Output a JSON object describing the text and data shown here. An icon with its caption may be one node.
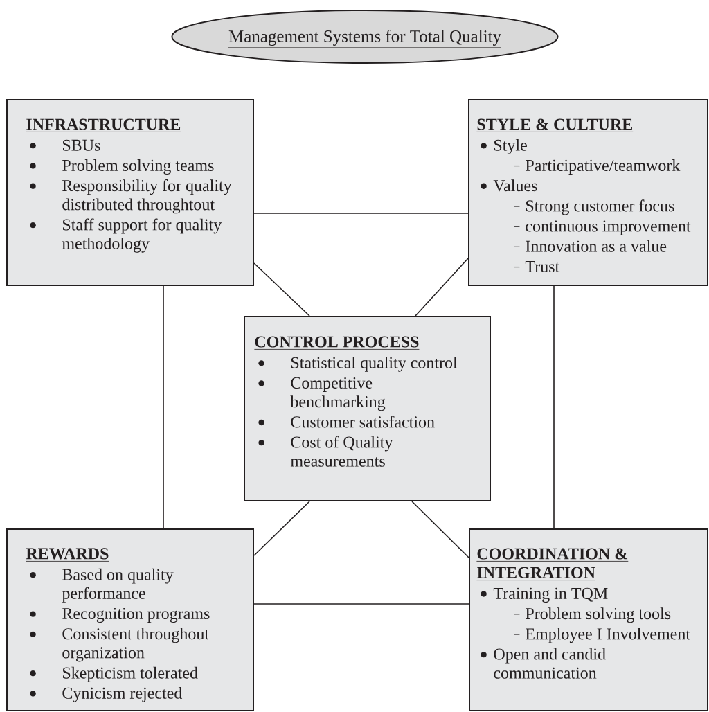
{
  "diagram": {
    "nodes": [
      {
        "text": [
          "Management Systems for Total Quality"
        ]
      },
      {
        "text": [
          "INFRASTRUCTURE",
          "SBUs",
          "Problem solving teams",
          "Responsibility for quality distributed throughtout",
          "Staff support for quality methodology"
        ]
      },
      {
        "text": [
          "STYLE & CULTURE",
          "Style",
          "Participative/teamwork",
          "Values",
          "Strong customer focus",
          "continuous improvement",
          "Innovation as a value",
          "Trust"
        ]
      },
      {
        "text": [
          "CONTROL PROCESS",
          "Statistical quality control",
          "Competitive benchmarking",
          "Customer satisfaction",
          "Cost of Quality measurements"
        ]
      },
      {
        "text": [
          "REWARDS",
          "Based on quality performance",
          "Recognition programs",
          "Consistent throughout organization",
          "Skepticism tolerated",
          "Cynicism rejected"
        ]
      },
      {
        "text": [
          "COORDINATION & INTEGRATION",
          "Training in TQM",
          "Problem solving tools",
          "Employee I Involvement",
          "Open and candid communication"
        ]
      }
    ],
    "edges": [
      {
        "from": 1,
        "to": 2,
        "arrow": "none"
      },
      {
        "from": 1,
        "to": 3,
        "arrow": "none"
      },
      {
        "from": 2,
        "to": 3,
        "arrow": "none"
      },
      {
        "from": 1,
        "to": 4,
        "arrow": "none"
      },
      {
        "from": 2,
        "to": 5,
        "arrow": "none"
      },
      {
        "from": 3,
        "to": 4,
        "arrow": "none"
      },
      {
        "from": 3,
        "to": 5,
        "arrow": "none"
      },
      {
        "from": 4,
        "to": 5,
        "arrow": "none"
      }
    ]
  }
}
